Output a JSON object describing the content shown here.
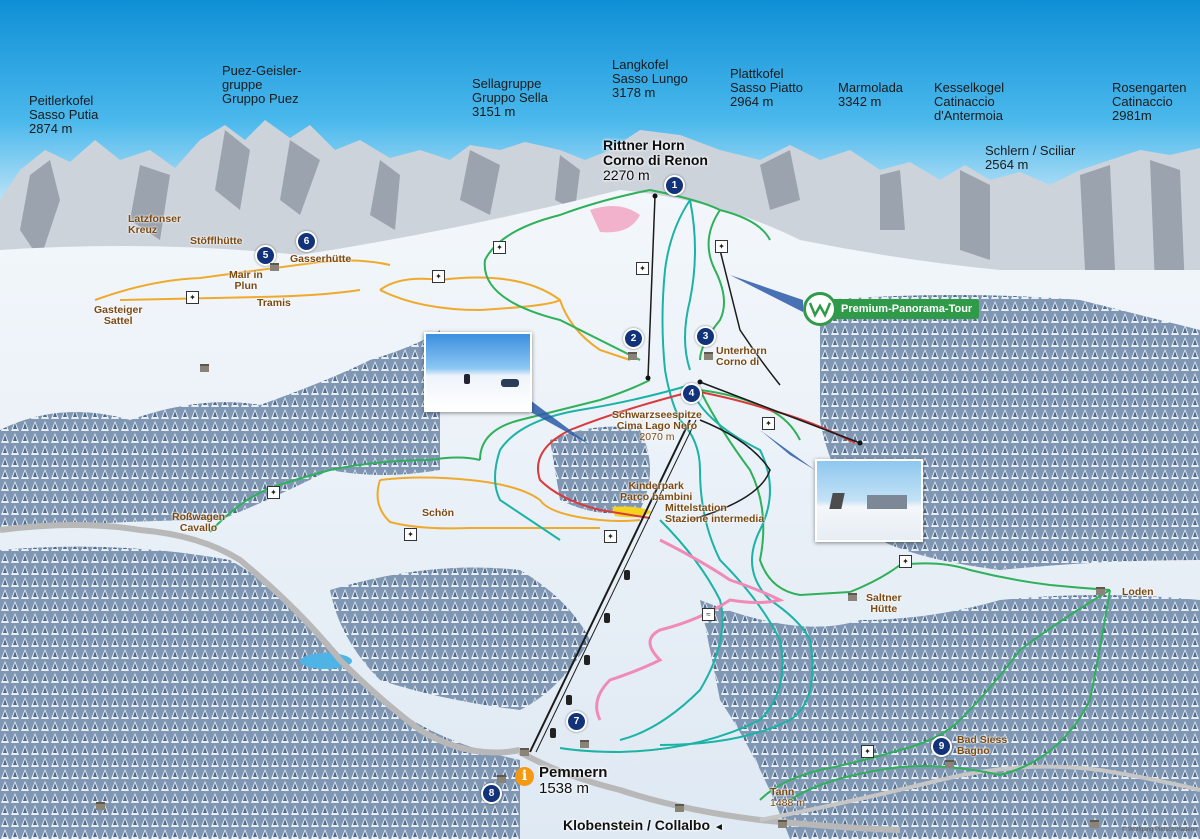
{
  "peaks": [
    {
      "name": "Peitlerkofel",
      "alt_name": "Sasso Putia",
      "elevation": "2874 m"
    },
    {
      "name": "Puez-Geisler-",
      "alt_name": "gruppe",
      "alt_name2": "Gruppo Puez"
    },
    {
      "name": "Sellagruppe",
      "alt_name": "Gruppo Sella",
      "elevation": "3151 m"
    },
    {
      "name": "Langkofel",
      "alt_name": "Sasso Lungo",
      "elevation": "3178 m"
    },
    {
      "name": "Plattkofel",
      "alt_name": "Sasso Piatto",
      "elevation": "2964 m"
    },
    {
      "name": "Marmolada",
      "elevation": "3342 m"
    },
    {
      "name": "Kesselkogel",
      "alt_name": "Catinaccio",
      "alt_name2": "d'Antermoia"
    },
    {
      "name": "Schlern / Sciliar",
      "elevation": "2564 m"
    },
    {
      "name": "Rosengarten",
      "alt_name": "Catinaccio",
      "elevation": "2981m"
    }
  ],
  "summit": {
    "name": "Rittner Horn",
    "alt_name": "Corno di Renon",
    "elevation": "2270 m"
  },
  "base": {
    "name": "Pemmern",
    "elevation": "1538 m",
    "info_symbol": "i"
  },
  "exit": {
    "label": "Klobenstein / Collalbo",
    "arrow": "◄"
  },
  "premium_tour": {
    "label": "Premium-Panorama-Tour"
  },
  "places": {
    "latzfonser": [
      "Latzfonser",
      "Kreuz"
    ],
    "stofflhutte": "Stöfflhütte",
    "gasserhutte": "Gasserhütte",
    "mair": [
      "Mair in",
      "Plun"
    ],
    "gasteiger": [
      "Gasteiger",
      "Sattel"
    ],
    "tramis": "Tramis",
    "unterhorn": [
      "Unterhorn",
      "Corno di"
    ],
    "schwarzsee": [
      "Schwarzseespitze",
      "Cima Lago Nero",
      "2070 m"
    ],
    "kinderpark": [
      "Kinderpark",
      "Parco bambini"
    ],
    "mittelstation": [
      "Mittelstation",
      "Stazione intermedia"
    ],
    "schon": "Schön",
    "rosswagen": [
      "Roßwagen",
      "Cavallo"
    ],
    "saltner": [
      "Saltner",
      "Hütte"
    ],
    "loden": "Loden",
    "bad_siess": [
      "Bad Siess",
      "Bagno"
    ],
    "tann": [
      "Tann",
      "1488 m"
    ]
  },
  "markers": [
    "1",
    "2",
    "3",
    "4",
    "5",
    "6",
    "7",
    "8",
    "9"
  ],
  "credit": "© Wolfgang Pietsch/Haderer",
  "colors": {
    "sky": "#1fa0e0",
    "green_trail": "#2fb05a",
    "teal_piste": "#1bb3a6",
    "red_piste": "#d83b3b",
    "orange_trail": "#efaa2c",
    "pink_track": "#f08ab7",
    "marker": "#12337a",
    "tour": "#2f9a48"
  },
  "icons": [
    "hiker-icon",
    "sled-icon",
    "hut-icon",
    "info-icon",
    "gondola-icon",
    "photo-inset"
  ]
}
